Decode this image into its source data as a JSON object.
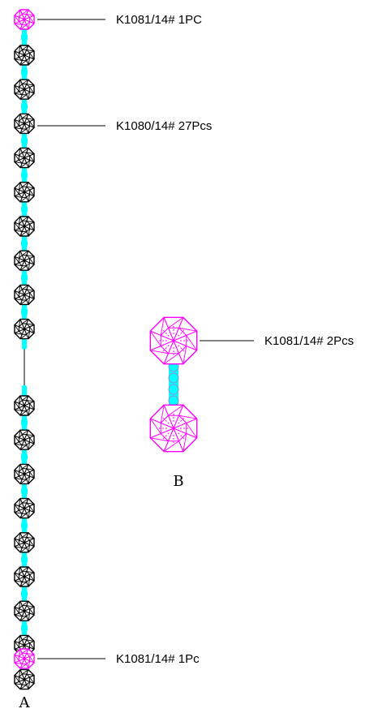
{
  "colors": {
    "black_bead": "#000000",
    "pink_bead": "#ff00ff",
    "connector": "#00ffff",
    "leader": "#000000"
  },
  "strand_a": {
    "caption": "A",
    "top_bead_label": "K1081/14#  1PC",
    "middle_bead_label": "K1080/14#  27Pcs",
    "bottom_bead_label": "K1081/14#  1Pc",
    "upper_black_bead_count": 9,
    "lower_black_bead_count": 9
  },
  "strand_b": {
    "caption": "B",
    "bead_label": "K1081/14#  2Pcs",
    "pink_bead_count": 2
  }
}
